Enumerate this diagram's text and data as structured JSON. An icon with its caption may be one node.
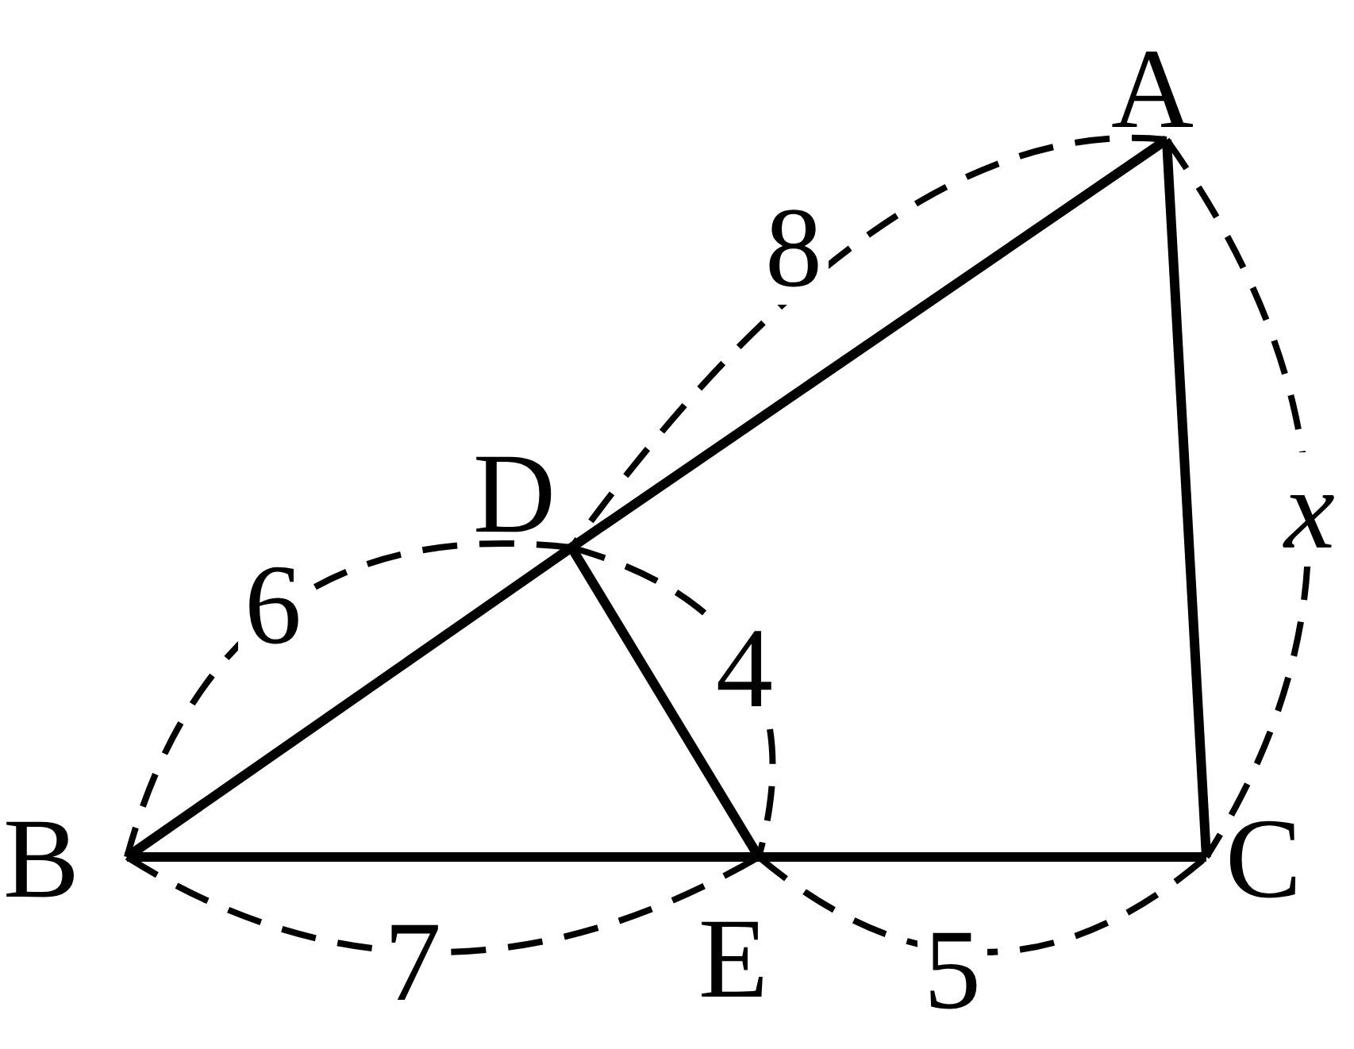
{
  "diagram": {
    "nodes": [
      {
        "text": [
          "A"
        ]
      },
      {
        "text": [
          "D"
        ]
      },
      {
        "text": [
          "B"
        ]
      },
      {
        "text": [
          "C"
        ]
      },
      {
        "text": [
          "E"
        ]
      }
    ],
    "edges": [
      {
        "from": 0,
        "to": 1,
        "arrow": "none"
      },
      {
        "from": 1,
        "to": 2,
        "arrow": "none"
      },
      {
        "from": 2,
        "to": 4,
        "arrow": "none"
      },
      {
        "from": 4,
        "to": 3,
        "arrow": "none"
      },
      {
        "from": 3,
        "to": 0,
        "arrow": "none"
      },
      {
        "from": 1,
        "to": 4,
        "arrow": "none"
      }
    ],
    "labels": [
      "8",
      "x",
      "6",
      "4",
      "7",
      "5"
    ]
  }
}
